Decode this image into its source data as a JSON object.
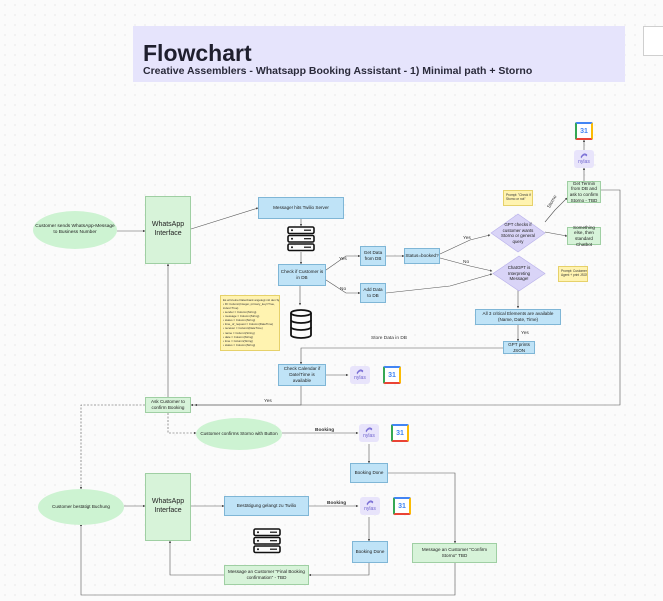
{
  "header": {
    "title": "Flowchart",
    "subtitle": "Creative Assemblers - Whatsapp Booking Assistant - 1) Minimal path + Storno"
  },
  "nodes": {
    "customer_sends": "Customer sends WhatsApp-Message to Business Number",
    "whatsapp_interface_1": "WhatsApp Interface",
    "message_twilio": "Message! hits Twilio Server",
    "check_customer": "Check if Customer is in DB",
    "get_data": "Get Data from DB",
    "add_data": "Add Data to DB",
    "status_booked": "Status=booked?",
    "gpt_checks": "GPT checks if customer wants Storno or general query",
    "chatgpt_interpreting": "ChatGPT is Interpreting Message!",
    "get_termin": "Get Termin from DB and ask to confirm Storno - TBD",
    "something_else": "Something else, then standard Chatbot",
    "all_critical": "All 3 critical Elements are available (Name, Date, Time)",
    "gpt_prints_json": "GPT prints JSON",
    "check_calendar": "Check Calendar if Date/Time is available",
    "ask_customer": "Ask Customer to confirm Booking",
    "customer_confirms_storno": "Customer confirms Storno with Button",
    "booking_done_1": "Booking Done",
    "customer_bestatigt": "Customer bestätigt Buchung",
    "whatsapp_interface_2": "WhatsApp Interface",
    "bestatigung": "Bestätigung gelangt zu Twilio",
    "booking_done_2": "Booking Done",
    "message_confirm_storno": "Message an Customer \"Confirm Storno\" TBD",
    "message_final_booking": "Message an Customer \"Final Booking confirmation\" - TBD"
  },
  "edge_labels": {
    "yes_1": "Yes",
    "no_1": "No",
    "yes_2": "Yes",
    "no_2": "No",
    "storno": "Storno",
    "store_data": "Store Data in DB",
    "yes_3": "Yes",
    "yes_4": "Yes",
    "booking_1": "Booking",
    "booking_2": "Booking"
  },
  "notes": {
    "db_schema": [
      "Es wird eine Datenbank angelegt mit den Spalten:",
      "• ID: Column(Integer, primary_key=True,",
      "  index=True)",
      "• sender = Column(String)",
      "• message = Column(String)",
      "• status = Column(String)",
      "• time_of_request = Column(DateTime)",
      "• receiver = Column(DateTime)",
      "• name = Column(String)",
      "• date = Column(String)",
      "• time = Column(String)",
      "• status = Column(String)"
    ],
    "prompt_storno": [
      "Prompt: \"Check if",
      "Storno or not\""
    ],
    "prompt_customer": [
      "Prompt: Customer",
      "Agent + print JSON"
    ]
  },
  "icons": {
    "nylas_label": "nylas",
    "calendar_label": "31"
  },
  "colors": {
    "process_blue": "#bfe3f7",
    "process_green": "#d7f3d9",
    "decision_purple": "#d9d4f7",
    "note_yellow": "#fff3b0",
    "title_panel": "#e6e4fc"
  }
}
